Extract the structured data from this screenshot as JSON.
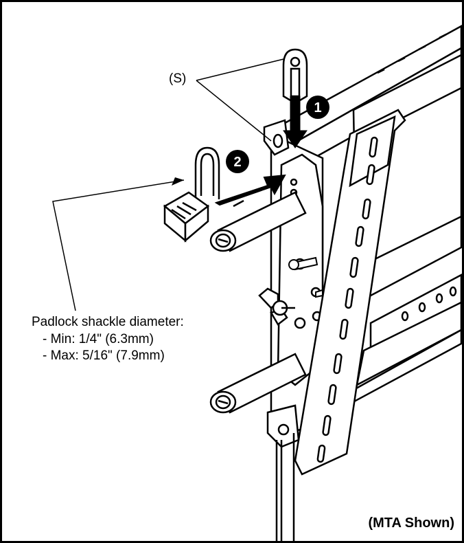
{
  "callouts": {
    "spacer": "(S)",
    "padlock_title": "Padlock shackle diameter:",
    "min": "- Min: 1/4\" (6.3mm)",
    "max": "- Max: 5/16\" (7.9mm)",
    "model_shown": "(MTA Shown)"
  },
  "steps": {
    "step1": "1",
    "step2": "2"
  },
  "colors": {
    "line": "#000000",
    "fill": "#ffffff",
    "badge": "#000000",
    "badge_text": "#ffffff"
  }
}
